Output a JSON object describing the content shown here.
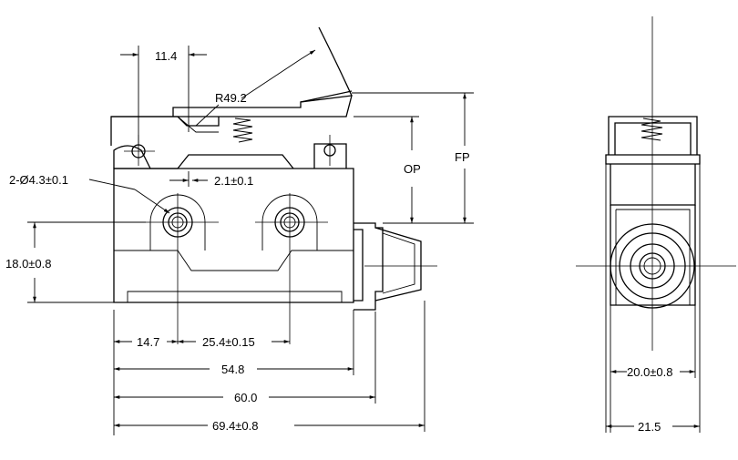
{
  "dimensions": {
    "lever_hole_spacing": "11.4",
    "lever_radius": "R49.2",
    "mounting_holes": "2-Ø4.3±0.1",
    "step_offset": "2.1±0.1",
    "operating_position": "OP",
    "free_position": "FP",
    "height": "18.0±0.8",
    "hole_offset": "14.7",
    "hole_spacing": "25.4±0.15",
    "body_length": "54.8",
    "length_to_plunger": "60.0",
    "overall_length": "69.4±0.8",
    "side_body_width": "20.0±0.8",
    "side_overall_width": "21.5"
  }
}
